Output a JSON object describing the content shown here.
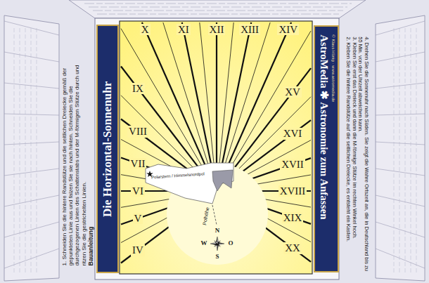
{
  "diagram": {
    "title": "Die Horizontal-Sonnenuhr",
    "nodes": [
      {
        "text": [
          "Polarstern / Himmelsnordpol"
        ]
      },
      {
        "text": [
          "AstroMedia ✱ Astronomie zum Anfassen",
          "© Klaus Hünig · www.astromedia.de"
        ]
      }
    ],
    "labels": [
      "IV",
      "V",
      "VI",
      "VII",
      "VIII",
      "IX",
      "X",
      "XI",
      "XII",
      "XIII",
      "XIV",
      "XV",
      "XVI",
      "XVII",
      "XVIII",
      "XIX",
      "XX",
      "N",
      "S",
      "W",
      "O",
      "Polhöhe",
      "Bauanleitung",
      "1. Schneiden Sie die hintere Randstütze und die seitlichen Dreiecke gemäß der gepunkteten Linie aus und falzen Sie sie nach hinten. Schneiden Sie die durchgezogenen Linien des Schattenstabs und der M-förmigen Stütze durch und ritzen Sie die gestrichelten Linien.",
      "2. Kleben Sie die hintere Randstütze auf die seitlichen Dreiecke, es entsteht ein Kasten.",
      "3. Kleben Sie erst das Dreieck und dann die M-förmige Stütze im rechten Winkel hoch.",
      "4. Drehen Sie die Sonnenuhr nach Süden. Sie zeigt die Wahre Ortszeit an, die in Deutschland bis zu 55 Min. von der Uhrzeit abweichen kann."
    ]
  }
}
